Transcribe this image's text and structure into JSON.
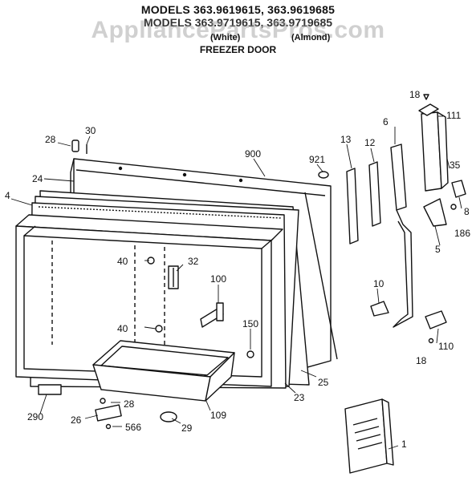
{
  "header": {
    "line1": "MODELS 363.9619615, 363.9619685",
    "line2": "MODELS 363.9719615, 363.9719685",
    "variant_white": "(White)",
    "variant_almond": "(Almond)",
    "title": "FREEZER DOOR"
  },
  "watermark": "AppliancePartsPros.com",
  "parts": {
    "p28a": "28",
    "p30": "30",
    "p24": "24",
    "p4": "4",
    "p900": "900",
    "p921": "921",
    "p13": "13",
    "p12": "12",
    "p6": "6",
    "p18a": "18",
    "p111": "111",
    "p35": "35",
    "p8": "8",
    "p186": "186",
    "p5": "5",
    "p40a": "40",
    "p32": "32",
    "p100": "100",
    "p40b": "40",
    "p150": "150",
    "p10": "10",
    "p110": "110",
    "p18b": "18",
    "p25": "25",
    "p23": "23",
    "p109": "109",
    "p290": "290",
    "p28b": "28",
    "p26": "26",
    "p566": "566",
    "p29": "29",
    "p1": "1"
  },
  "colors": {
    "line": "#111111",
    "paper": "#ffffff"
  }
}
